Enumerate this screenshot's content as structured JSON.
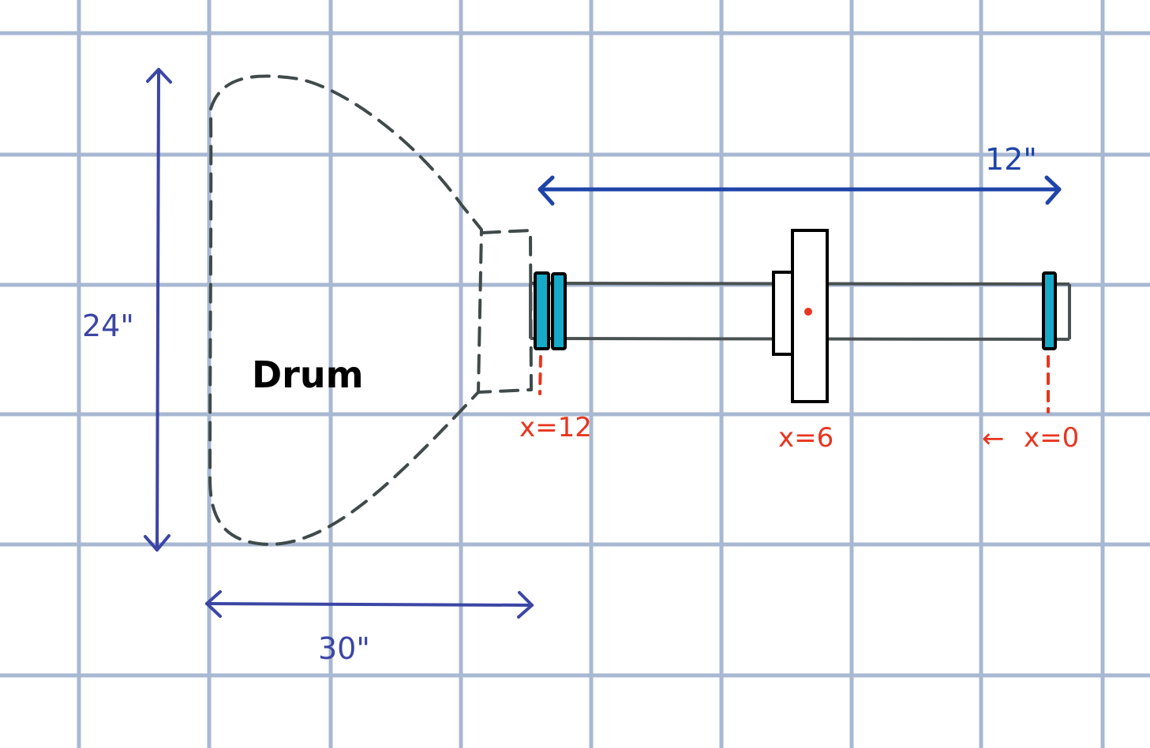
{
  "colors": {
    "grid": "#a8b8d2",
    "dimension_left": "#3b46a5",
    "dimension_right": "#1f44a8",
    "outline": "#000000",
    "dashed": "#3f4a4a",
    "shaft": "#4a5151",
    "bearing": "#17a9c8",
    "annotation": "#e8351f"
  },
  "labels": {
    "drum": "Drum",
    "height_dimension": "24\"",
    "width_dimension": "30\"",
    "shaft_length": "12\"",
    "position_end": "x=12",
    "position_mid": "x=6",
    "position_start": "x=0",
    "start_arrow": "←"
  },
  "components": {
    "drum": "dashed-drum-outline",
    "shaft": "horizontal-shaft",
    "pulley": "center-pulley",
    "bearings": [
      "left-bearing-outer",
      "left-bearing-inner",
      "right-bearing"
    ]
  }
}
